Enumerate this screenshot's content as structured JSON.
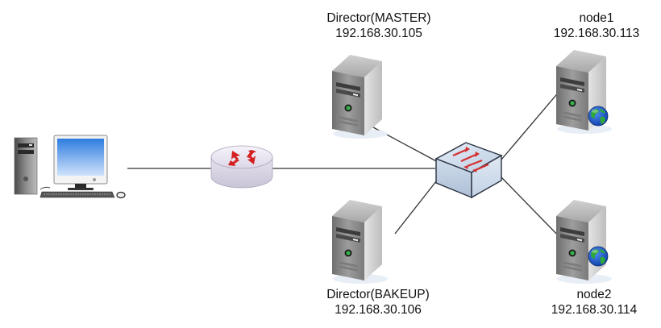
{
  "diagram": {
    "title": "LVS Keepalived network topology",
    "nodes": {
      "client": {
        "name": "Client PC",
        "icon": "desktop-computer-icon"
      },
      "router": {
        "name": "Router",
        "icon": "router-icon"
      },
      "switch": {
        "name": "Switch",
        "icon": "switch-icon"
      },
      "director_master": {
        "name": "Director(MASTER)",
        "ip": "192.168.30.105",
        "icon": "server-tower-icon"
      },
      "director_backup": {
        "name": "Director(BAKEUP)",
        "ip": "192.168.30.106",
        "icon": "server-tower-icon"
      },
      "node1": {
        "name": "node1",
        "ip": "192.168.30.113",
        "icon": "web-server-icon"
      },
      "node2": {
        "name": "node2",
        "ip": "192.168.30.114",
        "icon": "web-server-icon"
      }
    },
    "edges": [
      [
        "client",
        "router"
      ],
      [
        "router",
        "switch"
      ],
      [
        "director_master",
        "switch"
      ],
      [
        "director_backup",
        "switch"
      ],
      [
        "switch",
        "node1"
      ],
      [
        "switch",
        "node2"
      ]
    ],
    "colors": {
      "line": "#333333",
      "arrow_red": "#d42020",
      "server_gray": "#9a9a9a",
      "globe_blue": "#1f5fd6",
      "globe_green": "#2fa83a",
      "screen_blue": "#5a9bea"
    }
  }
}
